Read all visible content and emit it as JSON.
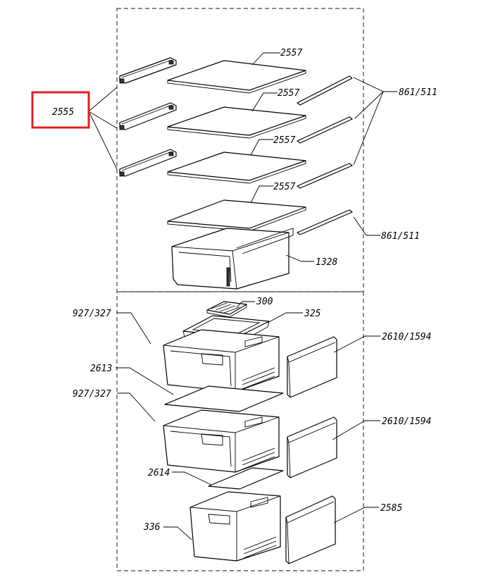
{
  "callouts": {
    "c2555": "2555",
    "c2557a": "2557",
    "c2557b": "2557",
    "c2557c": "2557",
    "c2557d": "2557",
    "c861a": "861/511",
    "c861b": "861/511",
    "c1328": "1328",
    "c300": "300",
    "c325": "325",
    "c927a": "927/327",
    "c2610a": "2610/1594",
    "c2613": "2613",
    "c927b": "927/327",
    "c2610b": "2610/1594",
    "c2614": "2614",
    "c336": "336",
    "c2585": "2585"
  },
  "highlight_color": "#e02020"
}
